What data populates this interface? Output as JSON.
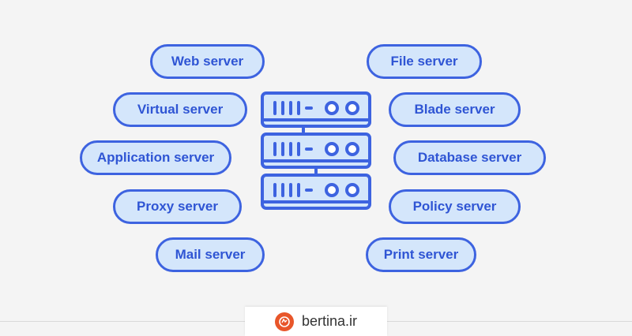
{
  "colors": {
    "accent": "#3d63e0",
    "pill_fill": "#d4e6fb",
    "text": "#2f55d4",
    "logo": "#e8562a"
  },
  "left_items": [
    {
      "label": "Web server"
    },
    {
      "label": "Virtual server"
    },
    {
      "label": "Application server"
    },
    {
      "label": "Proxy server"
    },
    {
      "label": "Mail server"
    }
  ],
  "right_items": [
    {
      "label": "File server"
    },
    {
      "label": "Blade server"
    },
    {
      "label": "Database server"
    },
    {
      "label": "Policy server"
    },
    {
      "label": "Print server"
    }
  ],
  "center_icon": "server-rack-icon",
  "footer": {
    "logo_icon": "bertina-logo-icon",
    "site_name": "bertina.ir"
  }
}
